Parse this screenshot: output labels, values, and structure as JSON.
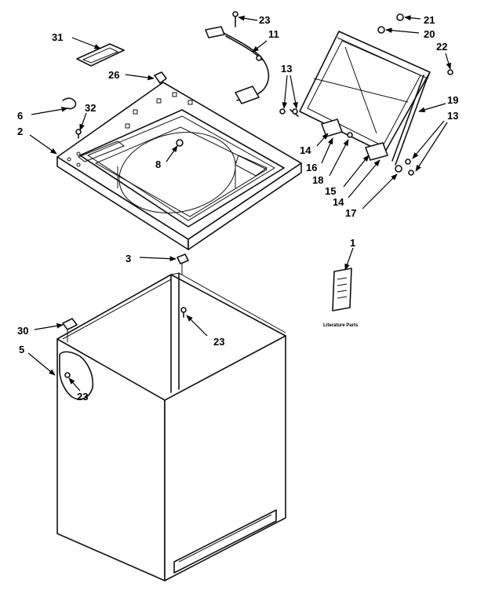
{
  "callouts": {
    "c1": "1",
    "c2": "2",
    "c3": "3",
    "c5": "5",
    "c6": "6",
    "c8": "8",
    "c11": "11",
    "c13a": "13",
    "c13b": "13",
    "c14a": "14",
    "c14b": "14",
    "c15": "15",
    "c16": "16",
    "c17": "17",
    "c18": "18",
    "c19": "19",
    "c20": "20",
    "c21": "21",
    "c22": "22",
    "c23a": "23",
    "c23b": "23",
    "c23c": "23",
    "c26": "26",
    "c30": "30",
    "c31": "31",
    "c32": "32"
  },
  "literature_label": "Literature Parts"
}
